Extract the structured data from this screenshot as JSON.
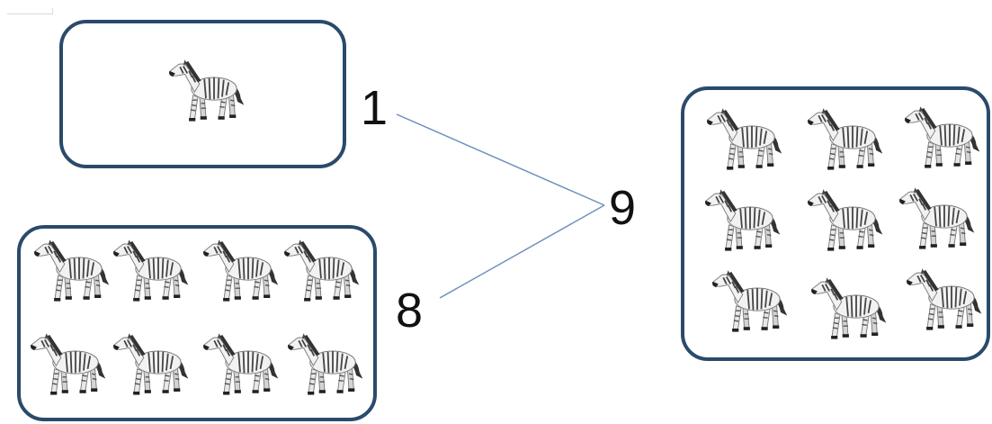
{
  "labels": {
    "part_one": "1",
    "part_eight": "8",
    "whole": "9"
  },
  "groups": {
    "top": {
      "count": 1,
      "item": "zebra-icon"
    },
    "bottom": {
      "count": 8,
      "item": "zebra-icon"
    },
    "right": {
      "count": 9,
      "item": "zebra-icon"
    }
  },
  "colors": {
    "box_border": "#2b4a6b",
    "connector_line": "#6f8fbf",
    "number_text": "#111111"
  }
}
